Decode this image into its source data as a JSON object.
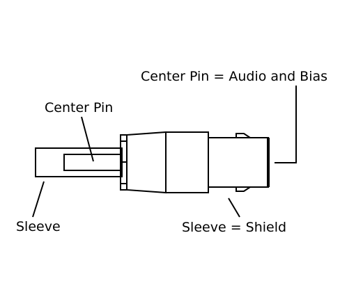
{
  "diagram": {
    "labels": {
      "center_pin": "Center Pin",
      "sleeve": "Sleeve",
      "center_pin_function": "Center Pin = Audio and Bias",
      "sleeve_function": "Sleeve = Shield"
    },
    "colors": {
      "line": "#000000",
      "background": "#ffffff"
    }
  }
}
